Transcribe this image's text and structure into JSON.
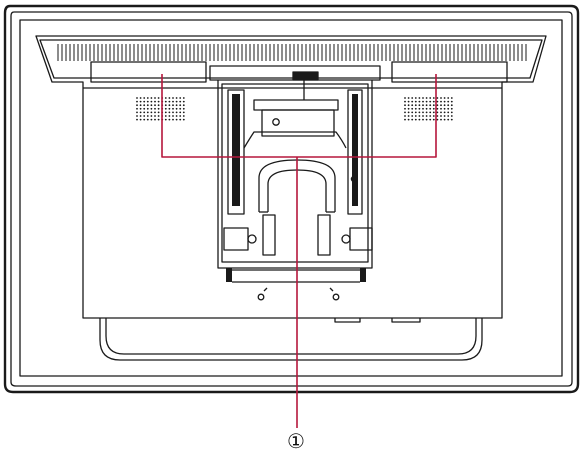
{
  "callout": {
    "label": "①"
  },
  "colors": {
    "line": "#1a1a1a",
    "callout": "#b5173c",
    "background": "#ffffff"
  },
  "icons": [
    "monitor-back-panel-diagram",
    "vesa-mount-bracket",
    "speaker-grille",
    "screw-hole"
  ]
}
